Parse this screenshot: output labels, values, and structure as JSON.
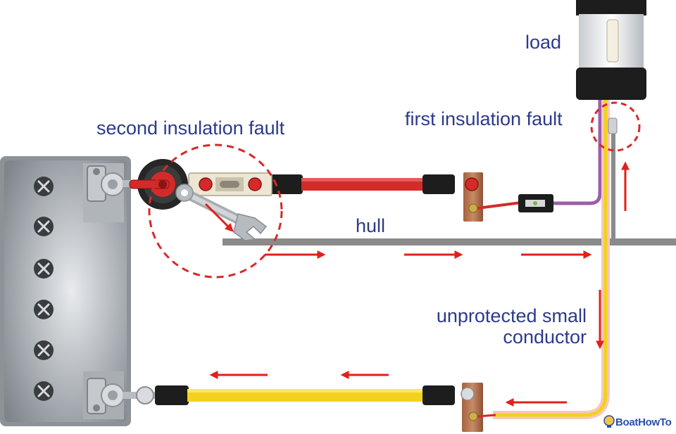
{
  "labels": {
    "load": "load",
    "second_fault": "second insulation fault",
    "first_fault": "first insulation fault",
    "hull": "hull",
    "unprotected": "unprotected small conductor"
  },
  "logo": {
    "text": "BoatHowTo"
  },
  "colors": {
    "label_text": "#2c3a8c",
    "positive_wire": "#d42a2a",
    "negative_wire": "#f2d21c",
    "small_wire_purple": "#9b5fa8",
    "hull": "#8a8a8a",
    "current_arrow": "#e0201b",
    "fault_circle": "#d42a2a"
  }
}
